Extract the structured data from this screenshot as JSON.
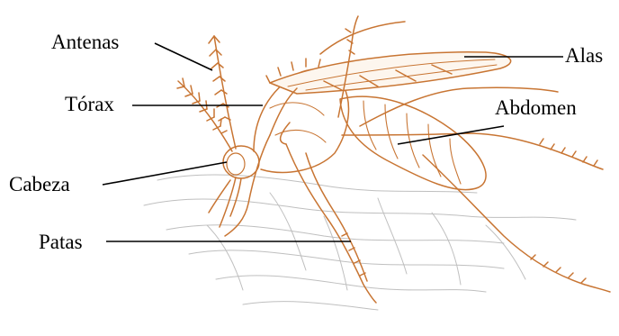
{
  "labels": {
    "antenas": "Antenas",
    "torax": "Tórax",
    "cabeza": "Cabeza",
    "patas": "Patas",
    "alas": "Alas",
    "abdomen": "Abdomen"
  },
  "colors": {
    "ink": "#c87533",
    "ink_light": "#e0a878",
    "skin": "#bfbfbf",
    "text": "#000000"
  }
}
